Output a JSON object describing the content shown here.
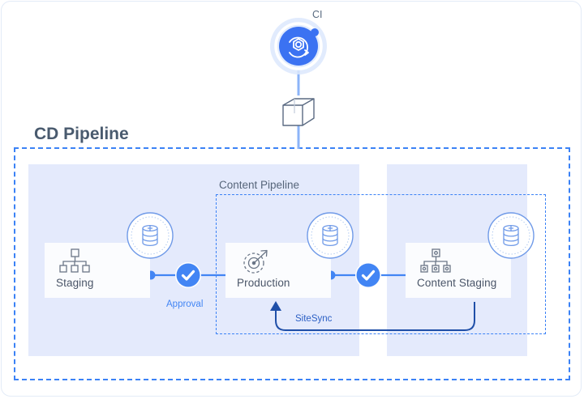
{
  "diagram": {
    "title": "CD Pipeline",
    "subtitle": "Content Pipeline",
    "ci": {
      "label": "CI",
      "icon": "ci-gear-refresh-icon"
    },
    "cube": {
      "icon": "wireframe-cube-icon"
    },
    "nodes": [
      {
        "id": "staging",
        "label": "Staging",
        "icon": "sitemap-icon",
        "db_icon": "database-add-icon"
      },
      {
        "id": "production",
        "label": "Production",
        "icon": "gauge-speedometer-icon",
        "db_icon": "database-add-icon"
      },
      {
        "id": "content-staging",
        "label": "Content Staging",
        "icon": "sitemap-config-icon",
        "db_icon": "database-add-icon"
      }
    ],
    "connectors": [
      {
        "id": "approval",
        "label": "Approval",
        "icon": "check-circle-icon"
      },
      {
        "id": "promote",
        "label": "",
        "icon": "check-circle-icon"
      },
      {
        "id": "sitesync",
        "label": "SiteSync",
        "icon": "arrow-loop-icon"
      }
    ],
    "colors": {
      "accent_blue": "#4285f4",
      "panel_lavender": "#e4eafc",
      "dashed_border": "#3b82f6",
      "node_text": "#4a5568",
      "title_text": "#495a6e",
      "sitesync_line": "#1f4fa8",
      "db_ring": "#6f9ae8"
    }
  }
}
